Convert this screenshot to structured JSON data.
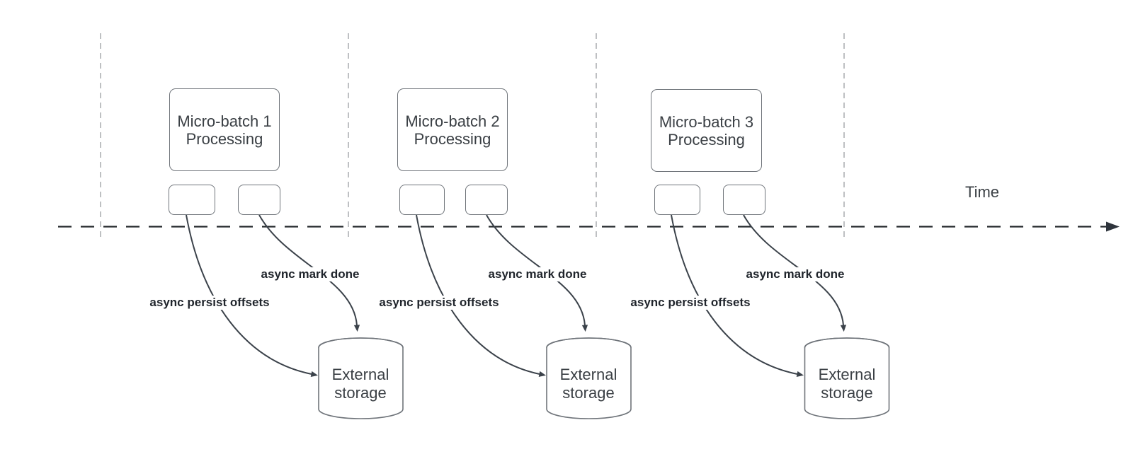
{
  "diagram": {
    "time_label": "Time",
    "groups": [
      {
        "batch_title": "Micro-batch 1\nProcessing",
        "persist_label": "async persist offsets",
        "done_label": "async mark done",
        "storage_label": "External\nstorage"
      },
      {
        "batch_title": "Micro-batch 2\nProcessing",
        "persist_label": "async persist offsets",
        "done_label": "async mark done",
        "storage_label": "External\nstorage"
      },
      {
        "batch_title": "Micro-batch 3\nProcessing",
        "persist_label": "async persist offsets",
        "done_label": "async mark done",
        "storage_label": "External\nstorage"
      }
    ],
    "colors": {
      "canvas": "#ffffff",
      "shape_stroke": "#6f747a",
      "arrow_stroke": "#3b424a",
      "guide_line": "#aeb1b4",
      "time_axis": "#23272b",
      "shape_text": "#3b4045",
      "label_text": "#20252c"
    }
  }
}
